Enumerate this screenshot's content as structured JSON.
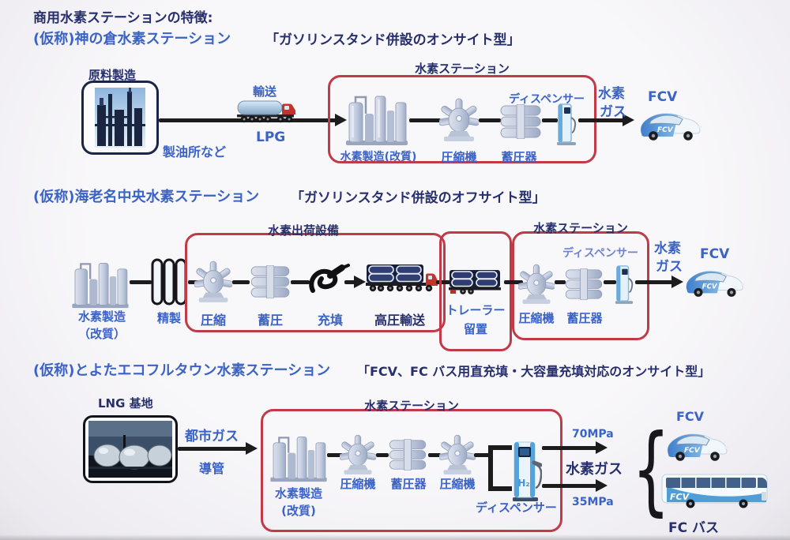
{
  "colors": {
    "red_box": "#c23a48",
    "navy_text": "#272f6d",
    "blue_text": "#3b63c6",
    "flow_line": "#1c1c1c"
  },
  "title": "商用水素ステーションの特徴:",
  "row1": {
    "name": "(仮称)神の倉水素ステーション",
    "type": "「ガソリンスタンド併設のオンサイト型」",
    "source_title": "原料製造",
    "source_caption": "製油所など",
    "transport_label": "輸送",
    "fuel_label": "LPG",
    "box_label": "水素ステーション",
    "production_label": "水素製造(改質)",
    "compressor_label": "圧縮機",
    "accumulator_label": "蓄圧器",
    "dispenser_label": "ディスペンサー",
    "gas_line1": "水素",
    "gas_line2": "ガス",
    "fcv_label": "FCV",
    "car_badge": "FCV"
  },
  "row2": {
    "name": "(仮称)海老名中央水素ステーション",
    "type": "「ガソリンスタンド併設のオフサイト型」",
    "production_line1": "水素製造",
    "production_line2": "（改質）",
    "purify_label": "精製",
    "shipping_box_label": "水素出荷設備",
    "compress_label": "圧縮",
    "accumulate_label": "蓄圧",
    "fill_label": "充填",
    "transport_label": "高圧輸送",
    "trailer_line1": "トレーラー",
    "trailer_line2": "留置",
    "station_box_label": "水素ステーション",
    "compressor_label": "圧縮機",
    "accumulator_label": "蓄圧器",
    "dispenser_label": "ディスペンサー",
    "gas_line1": "水素",
    "gas_line2": "ガス",
    "fcv_label": "FCV",
    "car_badge": "FCV"
  },
  "row3": {
    "name": "(仮称)とよたエコフルタウン水素ステーション",
    "type": "「FCV、FC バス用直充填・大容量充填対応のオンサイト型」",
    "source_title": "LNG 基地",
    "pipe_line1": "都市ガス",
    "pipe_line2": "導管",
    "box_label": "水素ステーション",
    "production_line1": "水素製造",
    "production_line2": "(改質)",
    "compressor1_label": "圧縮機",
    "accumulator_label": "蓄圧器",
    "compressor2_label": "圧縮機",
    "dispenser_label": "ディスペンサー",
    "dispenser_h2": "H₂",
    "pressure_high": "70MPa",
    "pressure_low": "35MPa",
    "gas_label": "水素ガス",
    "brace": "{",
    "fcv_label": "FCV",
    "bus_label": "FC バス",
    "car_badge": "FCV",
    "bus_badge": "FCV"
  }
}
